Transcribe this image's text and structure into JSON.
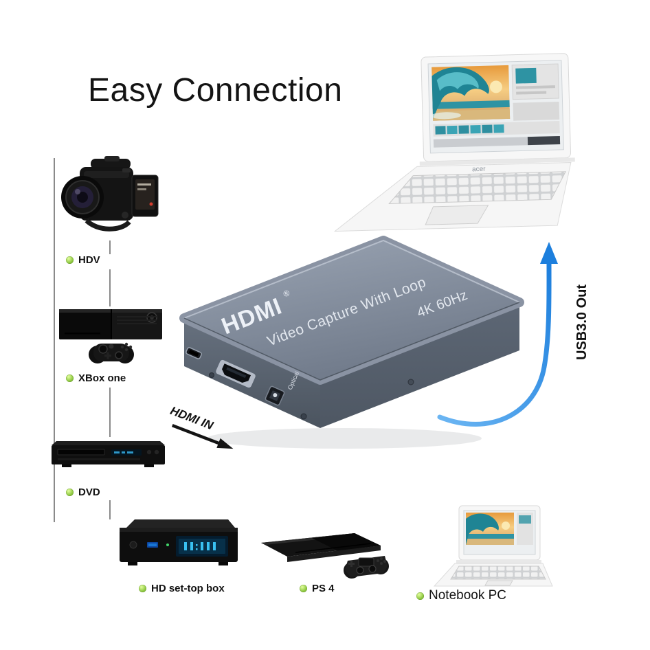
{
  "title": "Easy Connection",
  "capture_device": {
    "brand": "HDMI",
    "brand_mark": "®",
    "product_name": "Video Capture With Loop",
    "spec": "4K 60Hz",
    "optical_label": "Optical"
  },
  "connections": {
    "input_label": "HDMI IN",
    "output_label": "USB3.0 Out"
  },
  "left_devices": [
    {
      "id": "hdv-camcorder",
      "label": "HDV"
    },
    {
      "id": "xbox-one",
      "label": "XBox one"
    },
    {
      "id": "dvd-player",
      "label": "DVD"
    }
  ],
  "bottom_devices": [
    {
      "id": "hd-settop-box",
      "label": "HD set-top box"
    },
    {
      "id": "ps4",
      "label": "PS 4"
    },
    {
      "id": "notebook-pc",
      "label": "Notebook PC"
    }
  ],
  "laptop": {
    "brand": "acer"
  },
  "icons": {
    "bullet": "green-dot",
    "input_arrow": "black-arrow-right",
    "output_arrow": "blue-curved-arrow-up"
  },
  "colors": {
    "bullet_green": "#8bc63e",
    "arrow_blue": "#1d7fdd",
    "device_body_gray": "#7c8696",
    "background": "#ffffff"
  }
}
